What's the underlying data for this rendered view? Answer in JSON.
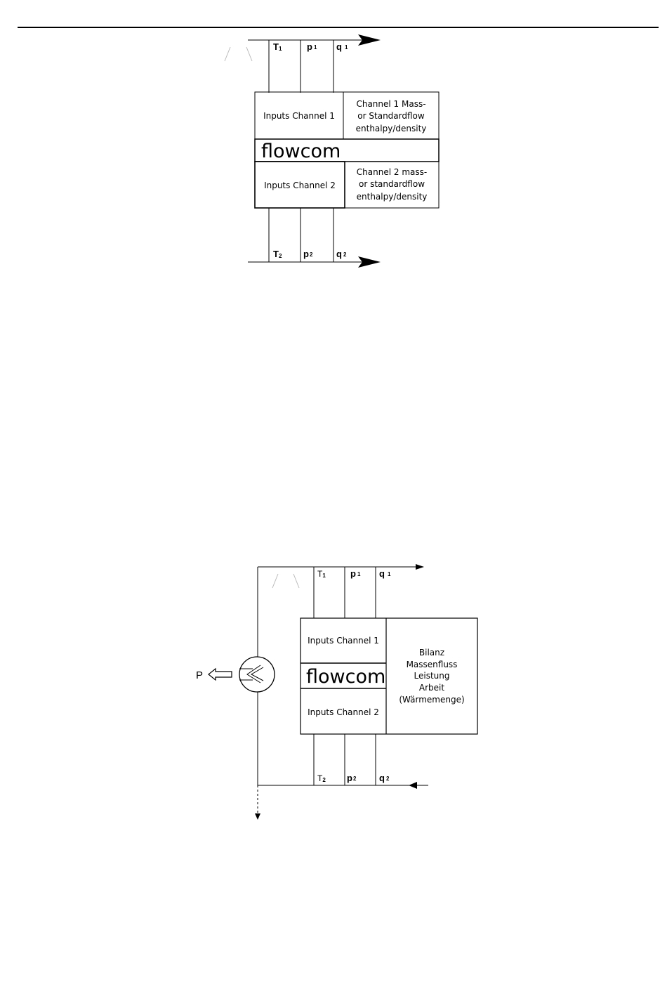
{
  "diagram1": {
    "top_labels": {
      "t": "T",
      "t_sub": "1",
      "p": "p",
      "p_sub": "1",
      "q": "q",
      "q_sub": "1"
    },
    "bottom_labels": {
      "t": "T",
      "t_sub": "2",
      "p": "p",
      "p_sub": "2",
      "q": "q",
      "q_sub": "2"
    },
    "inputs_channel_1": "Inputs Channel 1",
    "inputs_channel_2": "Inputs Channel 2",
    "title": "flowcom",
    "output_1": [
      "Channel 1 Mass-",
      "or Standardflow",
      "enthalpy/density"
    ],
    "output_2": [
      "Channel 2 mass-",
      "or standardflow",
      "enthalpy/density"
    ]
  },
  "diagram2": {
    "top_labels": {
      "t": "T",
      "t_sub": "1",
      "p": "p",
      "p_sub": "1",
      "q": "q",
      "q_sub": "1"
    },
    "bottom_labels": {
      "t": "T",
      "t_sub": "2",
      "p": "p",
      "p_sub": "2",
      "q": "q",
      "q_sub": "2"
    },
    "inputs_channel_1": "Inputs Channel 1",
    "inputs_channel_2": "Inputs Channel 2",
    "title": "flowcom",
    "output": [
      "Bilanz",
      "Massenfluss",
      "Leistung",
      "Arbeit",
      "(Wärmemenge)"
    ],
    "power_label": "P"
  }
}
